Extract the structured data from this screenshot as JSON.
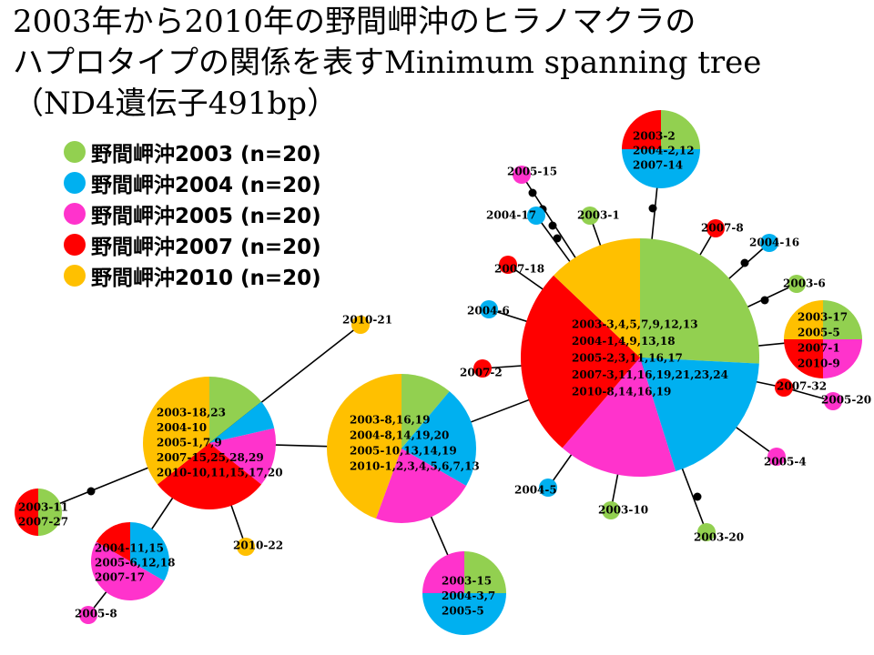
{
  "title": {
    "line1": "2003年から2010年の野間岬沖のヒラノマクラの",
    "line2": "ハプロタイプの関係を表すMinimum spanning tree",
    "line3": "（ND4遺伝子491bp）"
  },
  "colors": {
    "2003": "#92d050",
    "2004": "#00b0f0",
    "2005": "#ff33cc",
    "2007": "#ff0000",
    "2010": "#ffc000",
    "edge": "#000000",
    "node_stroke": "#ffffff"
  },
  "legend": [
    {
      "label": "野間岬沖2003 (n=20)",
      "color": "#92d050"
    },
    {
      "label": "野間岬沖2004 (n=20)",
      "color": "#00b0f0"
    },
    {
      "label": "野間岬沖2005 (n=20)",
      "color": "#ff33cc"
    },
    {
      "label": "野間岬沖2007 (n=20)",
      "color": "#ff0000"
    },
    {
      "label": "野間岬沖2010 (n=20)",
      "color": "#ffc000"
    }
  ],
  "diagram": {
    "nodes": [
      {
        "id": "main",
        "slices": [
          {
            "year": "2003",
            "count": 8
          },
          {
            "year": "2004",
            "count": 6
          },
          {
            "year": "2005",
            "count": 5
          },
          {
            "year": "2007",
            "count": 8
          },
          {
            "year": "2010",
            "count": 4
          }
        ],
        "labels": [
          "2003-3,4,5,7,9,12,13",
          "2004-1,4,9,13,18",
          "2005-2,3,11,16,17",
          "2007-3,11,16,19,21,23,24",
          "2010-8,14,16,19"
        ]
      },
      {
        "id": "mid",
        "slices": [
          {
            "year": "2003",
            "count": 2
          },
          {
            "year": "2004",
            "count": 4
          },
          {
            "year": "2005",
            "count": 4
          },
          {
            "year": "2010",
            "count": 8
          }
        ],
        "labels": [
          "2003-8,16,19",
          "2004-8,14,19,20",
          "2005-10,13,14,19",
          "2010-1,2,3,4,5,6,7,13"
        ]
      },
      {
        "id": "left",
        "slices": [
          {
            "year": "2003",
            "count": 2
          },
          {
            "year": "2004",
            "count": 1
          },
          {
            "year": "2005",
            "count": 2
          },
          {
            "year": "2007",
            "count": 4
          },
          {
            "year": "2010",
            "count": 5
          }
        ],
        "labels": [
          "2003-18,23",
          "2004-10",
          "2005-1,7,9",
          "2007-15,25,28,29",
          "2010-10,11,15,17,20"
        ]
      },
      {
        "id": "top",
        "slices": [
          {
            "year": "2003",
            "count": 1
          },
          {
            "year": "2004",
            "count": 2
          },
          {
            "year": "2007",
            "count": 1
          }
        ],
        "labels": [
          "2003-2",
          "2004-2,12",
          "2007-14"
        ]
      },
      {
        "id": "right",
        "slices": [
          {
            "year": "2003",
            "count": 1
          },
          {
            "year": "2005",
            "count": 1
          },
          {
            "year": "2007",
            "count": 1
          },
          {
            "year": "2010",
            "count": 1
          }
        ],
        "labels": [
          "2003-17",
          "2005-5",
          "2007-1",
          "2010-9"
        ]
      },
      {
        "id": "bottom",
        "slices": [
          {
            "year": "2003",
            "count": 1
          },
          {
            "year": "2004",
            "count": 2
          },
          {
            "year": "2005",
            "count": 1
          }
        ],
        "labels": [
          "2003-15",
          "2004-3,7",
          "2005-5"
        ]
      },
      {
        "id": "bl",
        "slices": [
          {
            "year": "2004",
            "count": 2
          },
          {
            "year": "2005",
            "count": 3
          },
          {
            "year": "2007",
            "count": 1
          }
        ],
        "labels": [
          "2004-11,15",
          "2005-6,12,18",
          "2007-17"
        ]
      },
      {
        "id": "far-left",
        "slices": [
          {
            "year": "2003",
            "count": 1
          },
          {
            "year": "2007",
            "count": 1
          }
        ],
        "labels": [
          "2003-11",
          "2007-27"
        ]
      },
      {
        "id": "s2005-15",
        "year": "2005",
        "labels": [
          "2005-15"
        ]
      },
      {
        "id": "s2004-17",
        "year": "2004",
        "labels": [
          "2004-17"
        ]
      },
      {
        "id": "s2003-1",
        "year": "2003",
        "labels": [
          "2003-1"
        ]
      },
      {
        "id": "s2007-18",
        "year": "2007",
        "labels": [
          "2007-18"
        ]
      },
      {
        "id": "s2004-6",
        "year": "2004",
        "labels": [
          "2004-6"
        ]
      },
      {
        "id": "s2007-2",
        "year": "2007",
        "labels": [
          "2007-2"
        ]
      },
      {
        "id": "s2007-8",
        "year": "2007",
        "labels": [
          "2007-8"
        ]
      },
      {
        "id": "s2004-16",
        "year": "2004",
        "labels": [
          "2004-16"
        ]
      },
      {
        "id": "s2003-6",
        "year": "2003",
        "labels": [
          "2003-6"
        ]
      },
      {
        "id": "s2007-32",
        "year": "2007",
        "labels": [
          "2007-32"
        ]
      },
      {
        "id": "s2005-20",
        "year": "2005",
        "labels": [
          "2005-20"
        ]
      },
      {
        "id": "s2005-4",
        "year": "2005",
        "labels": [
          "2005-4"
        ]
      },
      {
        "id": "s2003-20",
        "year": "2003",
        "labels": [
          "2003-20"
        ]
      },
      {
        "id": "s2003-10",
        "year": "2003",
        "labels": [
          "2003-10"
        ]
      },
      {
        "id": "s2004-5",
        "year": "2004",
        "labels": [
          "2004-5"
        ]
      },
      {
        "id": "s2010-21",
        "year": "2010",
        "labels": [
          "2010-21"
        ]
      },
      {
        "id": "s2010-22",
        "year": "2010",
        "labels": [
          "2010-22"
        ]
      },
      {
        "id": "s2005-8",
        "year": "2005",
        "labels": [
          "2005-8"
        ]
      }
    ],
    "edges": [
      {
        "from": "main",
        "to": "top",
        "steps": 1
      },
      {
        "from": "main",
        "to": "s2005-15",
        "steps": 3
      },
      {
        "from": "main",
        "to": "s2004-17",
        "steps": 1
      },
      {
        "from": "main",
        "to": "s2003-1",
        "steps": 0
      },
      {
        "from": "main",
        "to": "s2007-18",
        "steps": 0
      },
      {
        "from": "main",
        "to": "s2004-6",
        "steps": 0
      },
      {
        "from": "main",
        "to": "s2007-2",
        "steps": 0
      },
      {
        "from": "main",
        "to": "s2007-8",
        "steps": 0
      },
      {
        "from": "main",
        "to": "s2004-16",
        "steps": 1
      },
      {
        "from": "main",
        "to": "s2003-6",
        "steps": 1
      },
      {
        "from": "main",
        "to": "right",
        "steps": 0
      },
      {
        "from": "main",
        "to": "s2007-32",
        "steps": 0
      },
      {
        "from": "s2007-32",
        "to": "s2005-20",
        "steps": 0
      },
      {
        "from": "main",
        "to": "s2005-4",
        "steps": 0
      },
      {
        "from": "main",
        "to": "s2003-20",
        "steps": 1
      },
      {
        "from": "main",
        "to": "s2003-10",
        "steps": 0
      },
      {
        "from": "main",
        "to": "s2004-5",
        "steps": 0
      },
      {
        "from": "main",
        "to": "mid",
        "steps": 0
      },
      {
        "from": "mid",
        "to": "bottom",
        "steps": 0
      },
      {
        "from": "mid",
        "to": "left",
        "steps": 0
      },
      {
        "from": "left",
        "to": "s2010-21",
        "steps": 0
      },
      {
        "from": "left",
        "to": "far-left",
        "steps": 1
      },
      {
        "from": "left",
        "to": "bl",
        "steps": 0
      },
      {
        "from": "left",
        "to": "s2010-22",
        "steps": 0
      },
      {
        "from": "bl",
        "to": "s2005-8",
        "steps": 0
      }
    ]
  }
}
